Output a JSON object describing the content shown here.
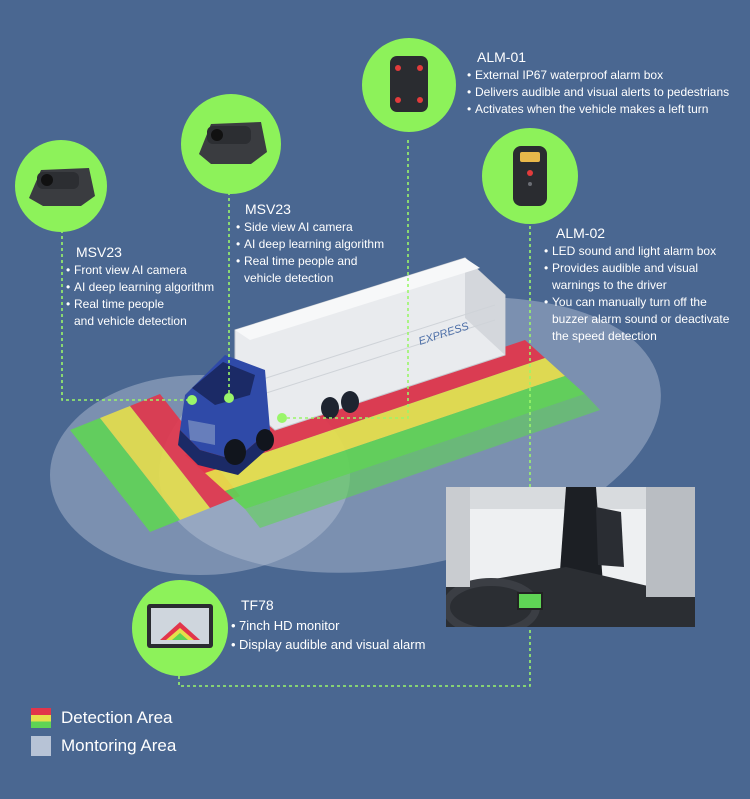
{
  "devices": {
    "alm01": {
      "title": "ALM-01",
      "bullets": [
        "External IP67 waterproof alarm box",
        "Delivers audible and visual alerts to pedestrians",
        "Activates when the vehicle makes a left turn"
      ]
    },
    "alm02": {
      "title": "ALM-02",
      "bullets": [
        "LED sound and light alarm box",
        "Provides audible and visual",
        "warnings to the driver",
        "You can manually turn off the",
        "buzzer alarm sound or deactivate",
        "the speed detection"
      ],
      "bullet_flags": [
        true,
        true,
        false,
        true,
        false,
        false
      ]
    },
    "msv23_side": {
      "title": "MSV23",
      "bullets": [
        "Side view AI camera",
        "AI deep learning algorithm",
        "Real time people and",
        "vehicle detection"
      ],
      "bullet_flags": [
        true,
        true,
        true,
        false
      ]
    },
    "msv23_front": {
      "title": "MSV23",
      "bullets": [
        "Front view AI camera",
        "AI deep learning algorithm",
        "Real time people",
        "and vehicle detection"
      ],
      "bullet_flags": [
        true,
        true,
        true,
        false
      ]
    },
    "tf78": {
      "title": "TF78",
      "bullets": [
        "7inch HD monitor",
        "Display audible and visual alarm"
      ]
    }
  },
  "truck": {
    "trailer_text": "EXPRESS"
  },
  "legend": {
    "detection": "Detection Area",
    "monitoring": "Montoring Area"
  },
  "colors": {
    "background": "#4a6791",
    "circle": "#8df25a",
    "connector": "#9af56a",
    "zone_red": "#e2354a",
    "zone_yellow": "#e6df4a",
    "zone_green": "#5fd455",
    "monitoring": "#b7c3d6"
  }
}
